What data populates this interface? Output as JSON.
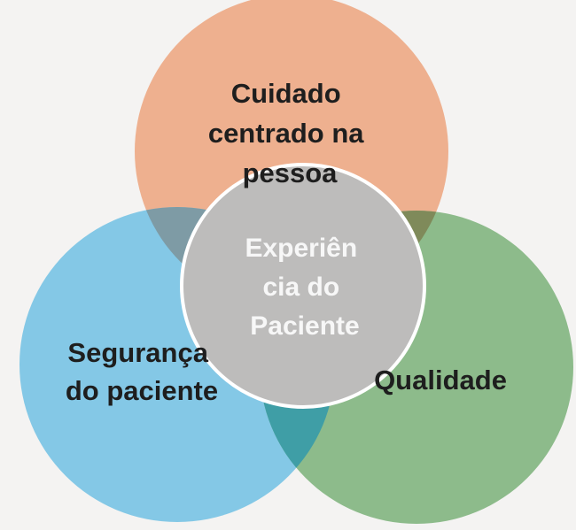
{
  "diagram": {
    "circles": {
      "cuidado": {
        "lines": [
          "Cuidado",
          "centrado na",
          "pessoa"
        ],
        "color": "#eeb08f"
      },
      "seguranca": {
        "lines": [
          "Segurança",
          "do paciente"
        ],
        "color": "#84c8e6"
      },
      "qualidade": {
        "lines": [
          "Qualidade"
        ],
        "color": "#8dbb8b"
      },
      "experiencia": {
        "lines": [
          "Experiên",
          "cia do",
          "Paciente"
        ],
        "color": "#bdbcbb"
      }
    },
    "overlap_colors": {
      "cuidado_seguranca": "#7e9ba5",
      "cuidado_qualidade": "#7f8a5a",
      "seguranca_qualidade": "#3f9ea6"
    },
    "border_color": "#ffffff"
  }
}
